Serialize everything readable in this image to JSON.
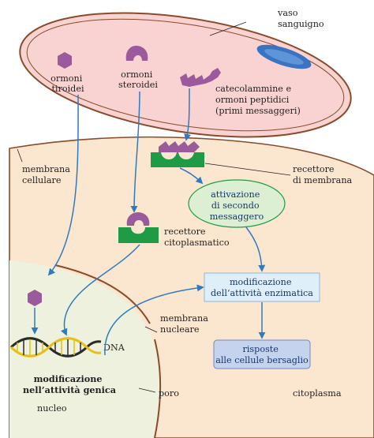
{
  "colors": {
    "cell_fill": "#fbe6cf",
    "vessel_fill": "#f8d3d1",
    "nucleus_fill": "#eef1dd",
    "hormone_purple": "#9b5a9b",
    "receptor_green": "#1f9b46",
    "arrow_blue": "#2e7cbf",
    "box_blue": "#dfeffa",
    "box_blue_dark": "#c5d3ef",
    "box_green": "#dcefd3",
    "red_cell": "#3a73c2"
  },
  "labels": {
    "vaso": [
      "vaso",
      "sanguigno"
    ],
    "tiroidei": [
      "ormoni",
      "tiroidei"
    ],
    "steroidei": [
      "ormoni",
      "steroidei"
    ],
    "catecolammine": [
      "catecolammine e",
      "ormoni peptidici",
      "(primi messaggeri)"
    ],
    "membrana_cellulare": [
      "membrana",
      "cellulare"
    ],
    "recettore_membrana": [
      "recettore",
      "di membrana"
    ],
    "secondo_messaggero": [
      "attivazione",
      "di secondo",
      "messaggero"
    ],
    "recettore_citoplasmatico": [
      "recettore",
      "citoplasmatico"
    ],
    "modificazione_enzimatica": [
      "modificazione",
      "dell’attività enzimatica"
    ],
    "membrana_nucleare": [
      "membrana",
      "nucleare"
    ],
    "risposte": [
      "risposte",
      "alle cellule bersaglio"
    ],
    "dna": "DNA",
    "modificazione_genica": [
      "modificazione",
      "nell’attività genica"
    ],
    "poro": "poro",
    "nucleo": "nucleo",
    "citoplasma": "citoplasma"
  },
  "icons": [
    "hexagon-hormone-icon",
    "mushroom-hormone-icon",
    "peptide-chain-icon",
    "membrane-receptor-icon",
    "cytoplasmic-receptor-icon",
    "dna-helix-icon",
    "red-blood-cell-icon"
  ]
}
